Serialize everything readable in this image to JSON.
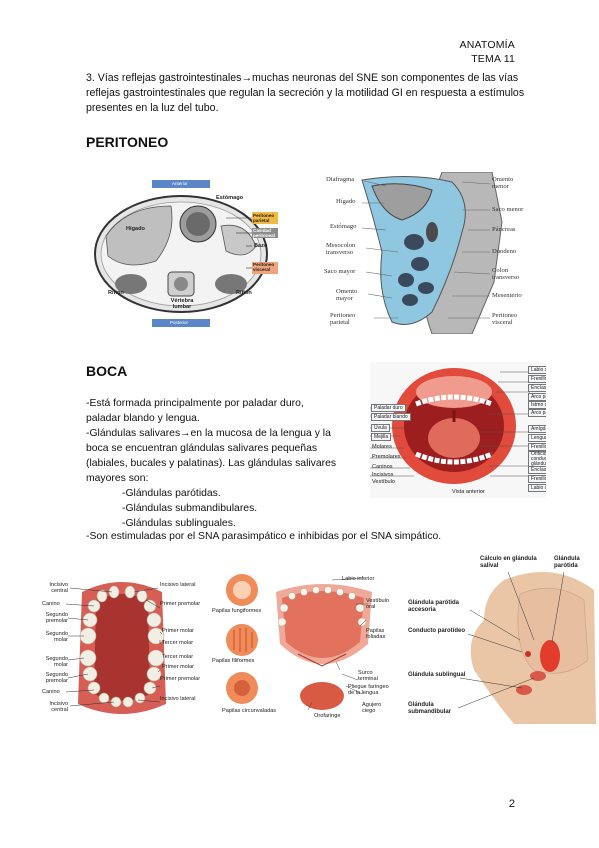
{
  "header": {
    "subject": "ANATOMÍA",
    "topic": "TEMA 11"
  },
  "intro_paragraph": "3. Vías reflejas gastrointestinales→muchas neuronas del SNE son componentes de las vías reflejas gastrointestinales que regulan la secreción y la motilidad GI en respuesta a estímulos presentes en la luz del tubo.",
  "peritoneo": {
    "heading": "PERITONEO",
    "cross_section_labels": {
      "top": "Anterior",
      "bottom": "Posterior",
      "estomago": "Estómago",
      "higado": "Hígado",
      "parietal": "Peritoneo parietal",
      "cavidad": "Cavidad peritoneal",
      "bazo": "Bazo",
      "visceral": "Peritoneo visceral",
      "rinon_left": "Riñón",
      "rinon_right": "Riñón",
      "vertebra": "Vértebra lumbar"
    },
    "sagittal_labels": {
      "diafragma": "Diafragma",
      "higado": "Hígado",
      "estomago": "Estómago",
      "mesocolon": "Mesocolon transverso",
      "saco_mayor": "Saco mayor",
      "omento_mayor": "Omento mayor",
      "peritoneo_parietal": "Peritoneo parietal",
      "omento_menor": "Omento menor",
      "saco_menor": "Saco menor",
      "pancreas": "Páncreas",
      "duodeno": "Duodeno",
      "colon": "Colon transverso",
      "mesenterio": "Mesenterio",
      "peritoneo_visceral": "Peritoneo visceral"
    }
  },
  "boca": {
    "heading": "BOCA",
    "lines": [
      "-Está formada principalmente por paladar duro,",
      "paladar blando y lengua.",
      "-Glándulas salivares→en la mucosa de la lengua y la",
      "boca se encuentran glándulas salivares pequeñas",
      "(labiales, bucales y palatinas).  Las glándulas salivares",
      "mayores son:"
    ],
    "glands": [
      "-Glándulas parótidas.",
      "-Glándulas submandibulares.",
      "-Glándulas sublinguales."
    ],
    "final_line": "-Son estimuladas por el SNA parasimpático e inhibidas por el SNA simpático.",
    "mouth_labels": {
      "r1": "Labio superior (levantado)",
      "r2": "Frenillo del labio superior",
      "r3": "Encías",
      "r4": "Arco palatogloso",
      "r5": "Istmo de las fauces",
      "r6": "Arco palatofaríngeo",
      "r7": "Amígdala palatina",
      "r8": "Lengua",
      "r9": "Frenillo lingual",
      "r10": "Orificio del conducto de la glándula submandibular",
      "r11": "Encías",
      "r12": "Frenillo del labio inferior",
      "r13": "Labio inferior (descendido)",
      "l1": "Paladar duro",
      "l2": "Paladar blando",
      "l3": "Úvula",
      "l4": "Mejilla",
      "l5": "Molares",
      "l6": "Premolares",
      "l7": "Caninos",
      "l8": "Incisivos",
      "l9": "Vestíbulo",
      "bottom": "Vista anterior"
    }
  },
  "teeth_labels": {
    "left": [
      "Incisivo central",
      "Canino",
      "Segundo premolar",
      "Segundo molar",
      "Segundo molar",
      "Segundo premolar",
      "Canino",
      "Incisivo central"
    ],
    "right": [
      "Incisivo lateral",
      "Primer premolar",
      "Primer molar",
      "Tercer molar",
      "Tercer molar",
      "Primer molar",
      "Primer premolar",
      "Incisivo lateral"
    ]
  },
  "tongue_labels": {
    "labio": "Labio inferior",
    "vestibulo": "Vestíbulo oral",
    "fungiformes": "Papilas fungiformes",
    "filiformes": "Papilas filiformes",
    "circunvaladas": "Papilas circunvaladas",
    "foliadas": "Papilas foliadas",
    "surco": "Surco terminal",
    "pliegue": "Pliegue faríngeo de la lengua",
    "agujero": "Agujero ciego",
    "orofaringe": "Orofaringe"
  },
  "gland_labels": {
    "calculo": "Cálculo en glándula salival",
    "parotida": "Glándula parótida",
    "accesoria": "Glándula parótida accesoria",
    "conducto": "Conducto parotídeo",
    "sublingual": "Glándula sublingual",
    "submandibular": "Glándula submandibular"
  },
  "page_number": "2",
  "colors": {
    "text": "#111111",
    "tissue_red": "#d9534f",
    "peritoneum_blue": "#8fc6e0",
    "label_blue": "#5b87c9"
  }
}
